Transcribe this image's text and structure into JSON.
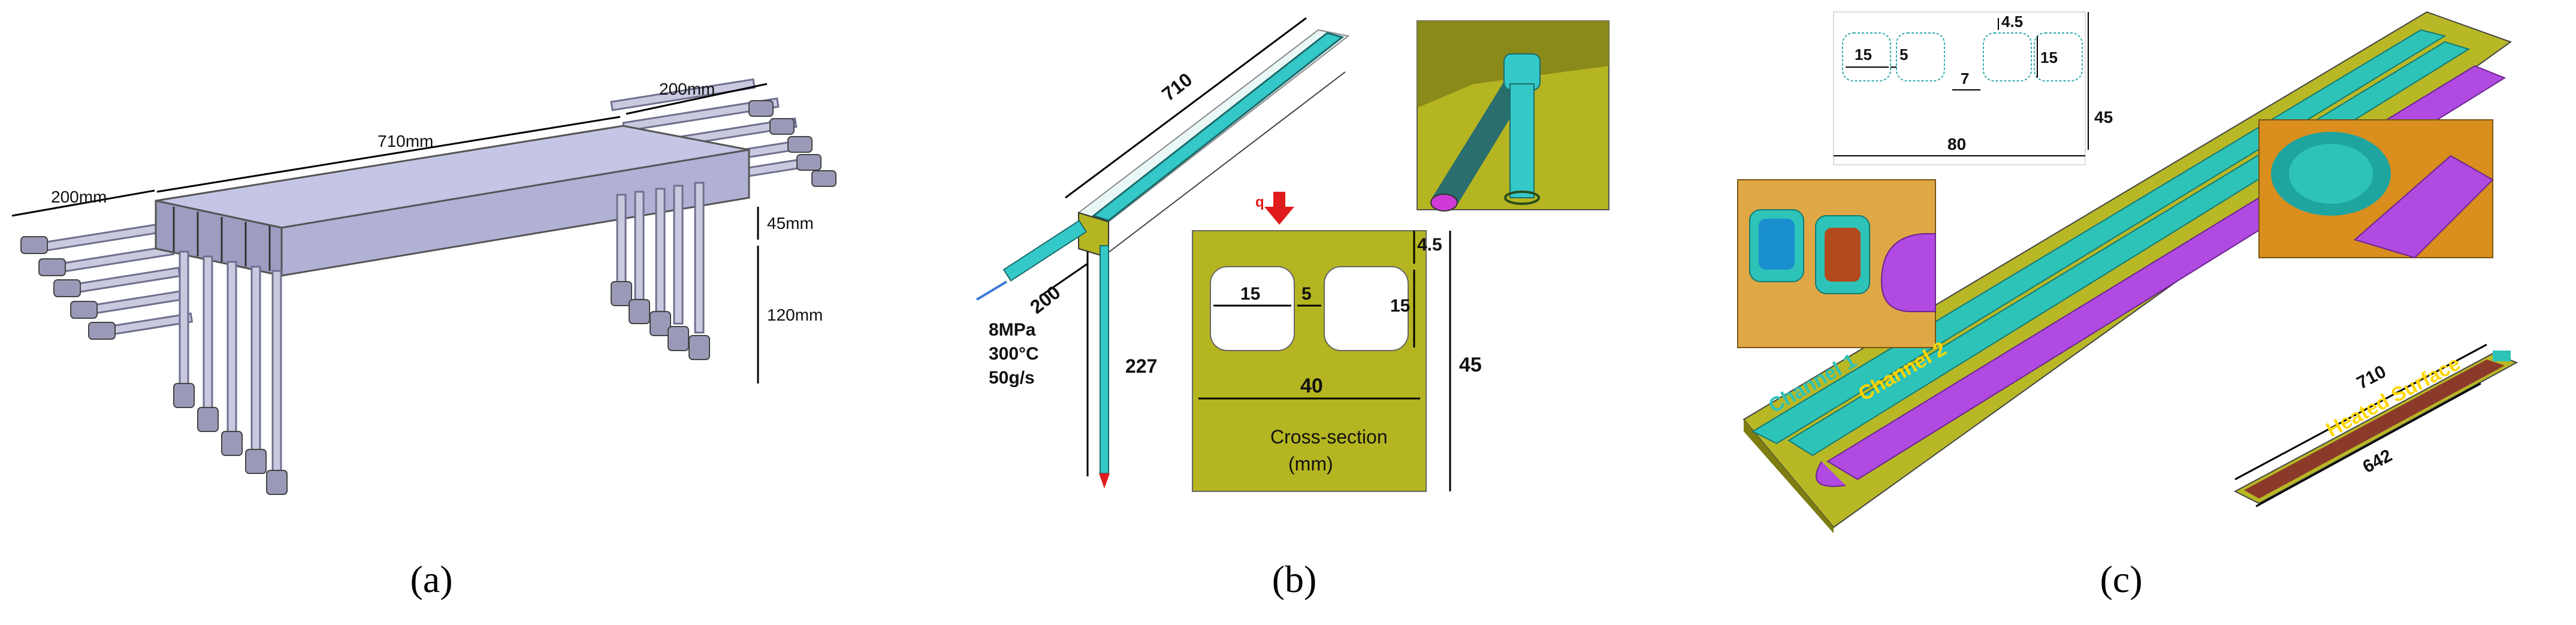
{
  "panel_a": {
    "caption": "(a)",
    "dims": {
      "length": "710mm",
      "left_ext": "200mm",
      "right_ext": "200mm",
      "thickness": "45mm",
      "drop": "120mm"
    }
  },
  "panel_b": {
    "caption": "(b)",
    "dims": {
      "length": "710",
      "inlet_len": "200",
      "down_len": "227"
    },
    "inlet": {
      "pressure": "8MPa",
      "temperature": "300°C",
      "flow": "50g/s"
    },
    "heat_flux_label": "q",
    "cross_section": {
      "top_gap": "4.5",
      "width": "15",
      "gap": "5",
      "height": "15",
      "total_height": "45",
      "total_width": "40",
      "title": "Cross-section",
      "unit": "(mm)"
    },
    "colors": {
      "section": "#b5b521",
      "channel": "#35c8c8",
      "arrow": "#e01b1b"
    }
  },
  "panel_c": {
    "caption": "(c)",
    "schematic": {
      "top_gap": "4.5",
      "w1": "15",
      "gap": "5",
      "h": "15",
      "pitch": "7",
      "height": "45",
      "width": "80"
    },
    "channel_labels": [
      "Channel 1",
      "Channel 2"
    ],
    "heated_label": "Heated Surface",
    "heated_dims": {
      "length": "710",
      "heated_len": "642"
    },
    "colors": {
      "body": "#b8b826",
      "channel1": "#2ec3b8",
      "channel2": "#b04ae0",
      "heated": "#8b3a2a",
      "label_yellow": "#ffd700"
    }
  }
}
